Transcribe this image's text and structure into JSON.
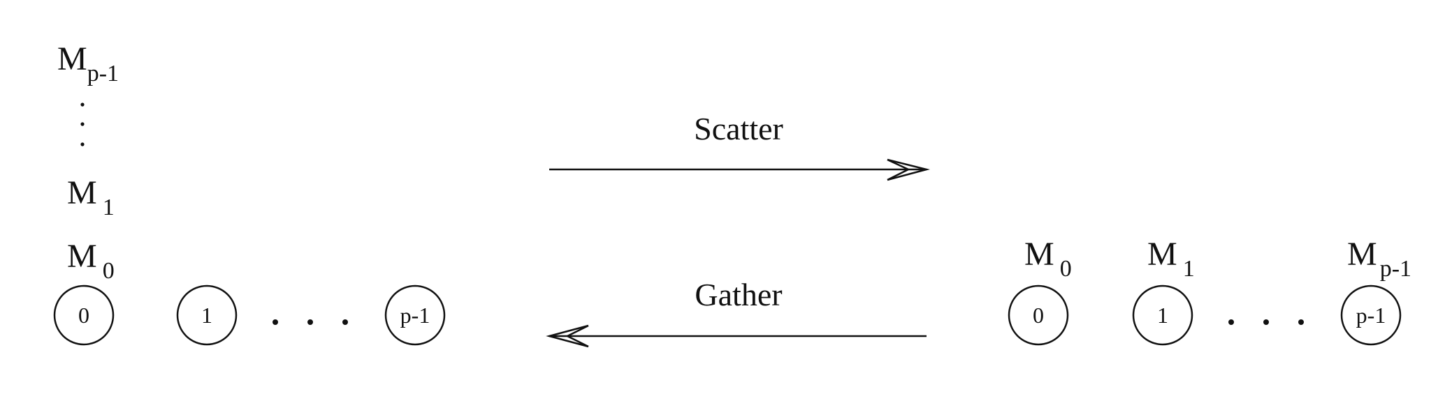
{
  "colors": {
    "ink": "#111111",
    "background": "#ffffff"
  },
  "operations": {
    "scatter": {
      "label": "Scatter"
    },
    "gather": {
      "label": "Gather"
    }
  },
  "left_group": {
    "messages": [
      {
        "base": "M",
        "sub": "p-1"
      },
      {
        "base": "M",
        "sub": "1"
      },
      {
        "base": "M",
        "sub": "0"
      }
    ],
    "vertical_ellipsis": "⋮",
    "nodes": [
      {
        "label": "0"
      },
      {
        "label": "1"
      },
      {
        "label": "p-1"
      }
    ],
    "horizontal_ellipsis": "· · ·"
  },
  "right_group": {
    "messages": [
      {
        "base": "M",
        "sub": "0"
      },
      {
        "base": "M",
        "sub": "1"
      },
      {
        "base": "M",
        "sub": "p-1"
      }
    ],
    "nodes": [
      {
        "label": "0"
      },
      {
        "label": "1"
      },
      {
        "label": "p-1"
      }
    ],
    "horizontal_ellipsis": "· · ·"
  }
}
